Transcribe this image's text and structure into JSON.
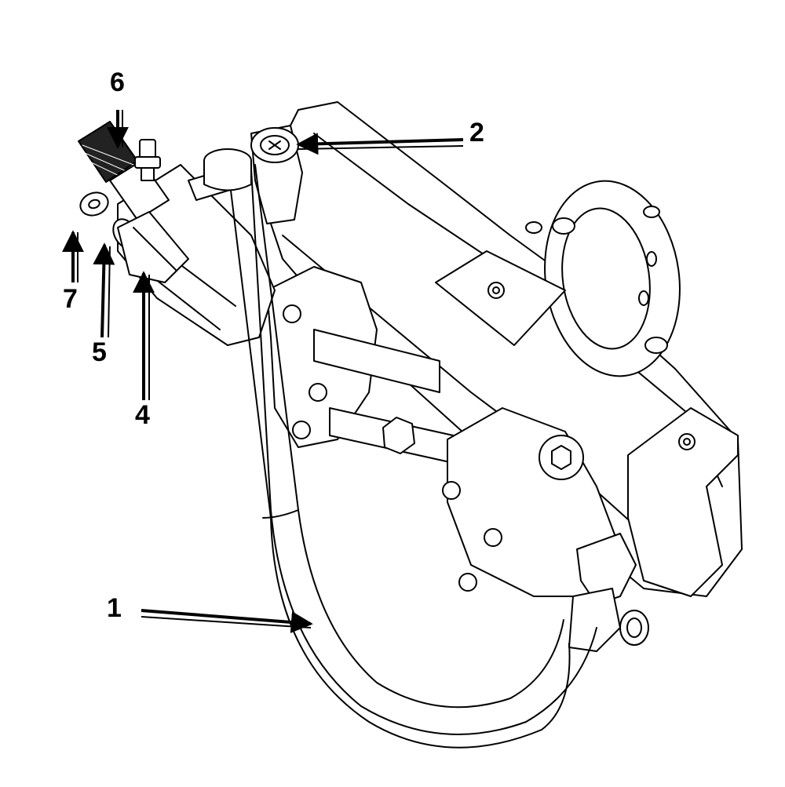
{
  "diagram": {
    "callouts": [
      {
        "id": "1",
        "label": "1"
      },
      {
        "id": "2",
        "label": "2"
      },
      {
        "id": "4",
        "label": "4"
      },
      {
        "id": "5",
        "label": "5"
      },
      {
        "id": "6",
        "label": "6"
      },
      {
        "id": "7",
        "label": "7"
      }
    ]
  }
}
